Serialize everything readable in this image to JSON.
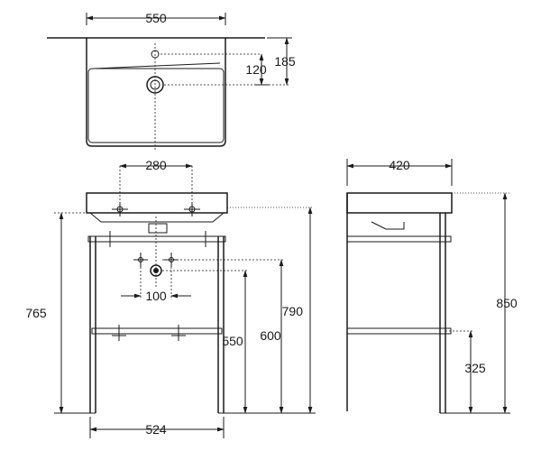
{
  "dimensions": {
    "top_view": {
      "width": "550",
      "tap_hole_depth": "120",
      "waste_depth": "185"
    },
    "front_view": {
      "tap_holes": "280",
      "waste_pipes": "100",
      "frame_width": "524",
      "rim_height": "765",
      "overall_height": "790",
      "waste_height": "600",
      "pipe_height": "550"
    },
    "side_view": {
      "depth": "420",
      "overall_height": "850",
      "shelf_height": "325"
    }
  }
}
